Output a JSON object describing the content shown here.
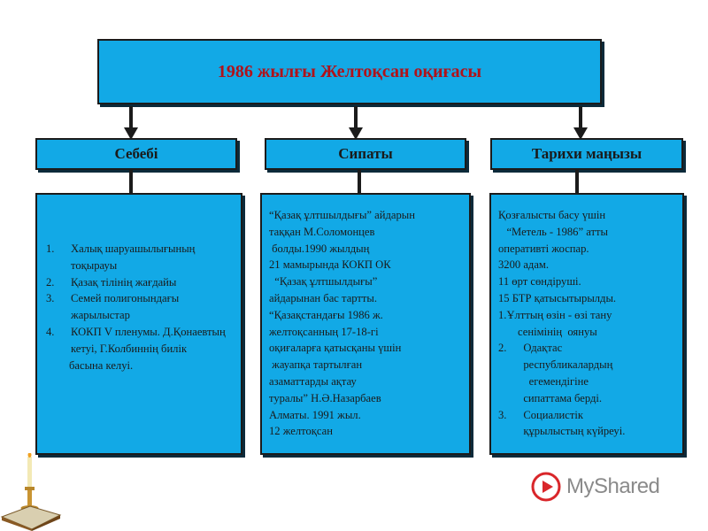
{
  "title": "1986 жылғы Желтоқсан оқиғасы",
  "columns": [
    {
      "heading": "Себебі",
      "items": [
        {
          "num": "1.",
          "text": "Халық шаруашылығының тоқырауы"
        },
        {
          "num": "2.",
          "text": "Қазақ тілінің  жағдайы"
        },
        {
          "num": "3.",
          "text": "Семей полигонындағы жарылыстар"
        },
        {
          "num": "4.",
          "text": "КОКП V пленумы. Д.Қонаевтың кетуі, Г.Колбиннің билік"
        }
      ],
      "tail": "басына келуі."
    },
    {
      "heading": "Сипаты",
      "lines": [
        "“Қазақ ұлтшылдығы” айдарын",
        "таққан М.Соломонцев",
        " болды.1990 жылдың",
        "21 мамырында КОКП ОК",
        "  “Қазақ ұлтшылдығы”",
        "айдарынан бас тартты.",
        "“Қазақстандағы 1986 ж.",
        "желтоқсанның 17-18-гі",
        "оқиғаларға қатысқаны үшін",
        " жауапқа тартылған",
        "азаматтарды ақтау",
        "туралы” Н.Ә.Назарбаев",
        "Алматы. 1991 жыл.",
        "12 желтоқсан"
      ]
    },
    {
      "heading": "Тарихи маңызы",
      "lines": [
        "Қозғалысты басу үшін",
        "   “Метель - 1986” атты",
        "оперативті жоспар.",
        "3200 адам.",
        "11 өрт сөндіруші.",
        "15 БТР қатысытырылды.",
        "1.Ұлттың өзін - өзі тану",
        "       сенімінің  оянуы",
        "2.      Одақтас",
        "         республикалардың",
        "           егемендігіне",
        "         сипаттама берді.",
        "3.      Социалистік",
        "         құрылыстың күйреуі."
      ]
    }
  ],
  "logo": {
    "text": "MyShared",
    "color": "#8a8a8a",
    "icon": "play-icon"
  },
  "colors": {
    "box": "#12a9e6",
    "title_text": "#b0121a"
  }
}
